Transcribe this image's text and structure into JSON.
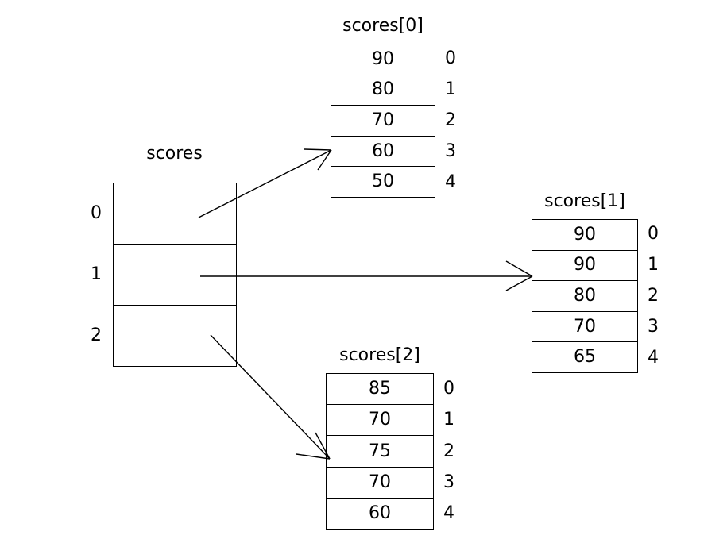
{
  "diagram": {
    "type": "array-of-arrays-pointer-diagram",
    "background": "#ffffff",
    "stroke": "#000000",
    "text_color": "#000000"
  },
  "pointer_array": {
    "title": "scores",
    "row_labels": [
      "0",
      "1",
      "2"
    ],
    "cells": [
      "",
      "",
      ""
    ]
  },
  "arrays": [
    {
      "title": "scores[0]",
      "values": [
        "90",
        "80",
        "70",
        "60",
        "50"
      ],
      "indices": [
        "0",
        "1",
        "2",
        "3",
        "4"
      ]
    },
    {
      "title": "scores[1]",
      "values": [
        "90",
        "90",
        "80",
        "70",
        "65"
      ],
      "indices": [
        "0",
        "1",
        "2",
        "3",
        "4"
      ]
    },
    {
      "title": "scores[2]",
      "values": [
        "85",
        "70",
        "75",
        "70",
        "60"
      ],
      "indices": [
        "0",
        "1",
        "2",
        "3",
        "4"
      ]
    }
  ]
}
